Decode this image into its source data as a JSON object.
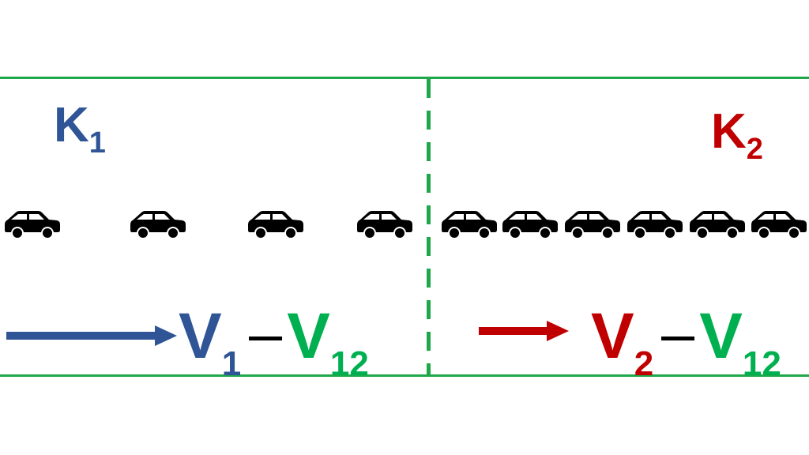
{
  "zones": [
    {
      "label": "K",
      "sub": "1",
      "color": "#2f5597"
    },
    {
      "label": "K",
      "sub": "2",
      "color": "#c00000"
    }
  ],
  "velocities": [
    {
      "v": "V",
      "v_sub": "1",
      "v_color": "#2f5597",
      "rel": "V",
      "rel_sub": "12",
      "rel_color": "#00b050"
    },
    {
      "v": "V",
      "v_sub": "2",
      "v_color": "#c00000",
      "rel": "V",
      "rel_sub": "12",
      "rel_color": "#00b050"
    }
  ],
  "car_counts": {
    "zone1": 4,
    "zone2": 6
  },
  "colors": {
    "road": "#1ea84a",
    "car": "#000000"
  }
}
